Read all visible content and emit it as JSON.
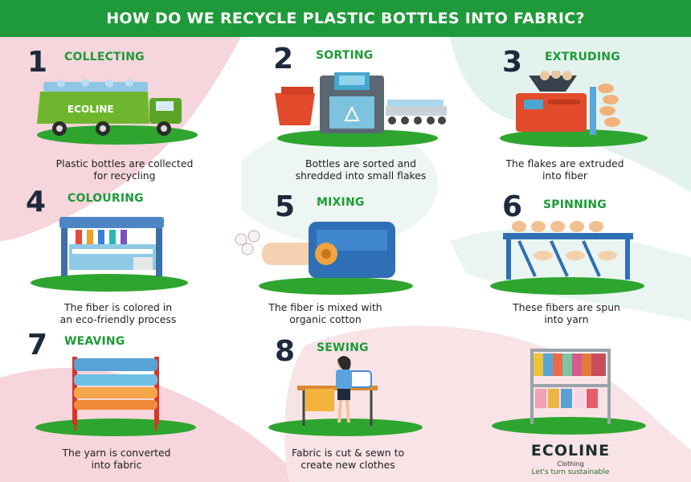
{
  "title": "HOW DO WE RECYCLE PLASTIC BOTTLES INTO FABRIC?",
  "colors": {
    "header_bg": "#1f9a3a",
    "step_title": "#1e9a37",
    "number": "#1e2a3c",
    "base_platform": "#2ea52f",
    "bg_pink": "#f6d5dc",
    "bg_mint": "#e4f2ee"
  },
  "steps": [
    {
      "number": "1",
      "title": "COLLECTING",
      "icon": "garbage-truck-icon",
      "caption": [
        "Plastic bottles are collected",
        "for recycling"
      ]
    },
    {
      "number": "2",
      "title": "SORTING",
      "icon": "sorting-machine-icon",
      "caption": [
        "Bottles are sorted and",
        "shredded into small flakes"
      ]
    },
    {
      "number": "3",
      "title": "EXTRUDING",
      "icon": "extruder-machine-icon",
      "caption": [
        "The flakes are extruded",
        "into fiber"
      ]
    },
    {
      "number": "4",
      "title": "COLOURING",
      "icon": "dyeing-machine-icon",
      "caption": [
        "The fiber is colored in",
        "an eco-friendly process"
      ]
    },
    {
      "number": "5",
      "title": "MIXING",
      "icon": "mixing-machine-icon",
      "caption": [
        "The fiber is mixed with",
        "organic cotton"
      ]
    },
    {
      "number": "6",
      "title": "SPINNING",
      "icon": "spinning-machine-icon",
      "caption": [
        "These fibers are spun",
        "into yarn"
      ]
    },
    {
      "number": "7",
      "title": "WEAVING",
      "icon": "loom-icon",
      "caption": [
        "The yarn is converted",
        "into fabric"
      ]
    },
    {
      "number": "8",
      "title": "SEWING",
      "icon": "sewing-woman-icon",
      "caption": [
        "Fabric is cut & sewn to",
        "create new clothes"
      ]
    }
  ],
  "truck_logo": "ECOLINE",
  "brand": {
    "name": "ECOLINE",
    "sub": "Clothing",
    "tagline": "Let's turn sustainable",
    "icon": "clothes-rack-icon"
  }
}
